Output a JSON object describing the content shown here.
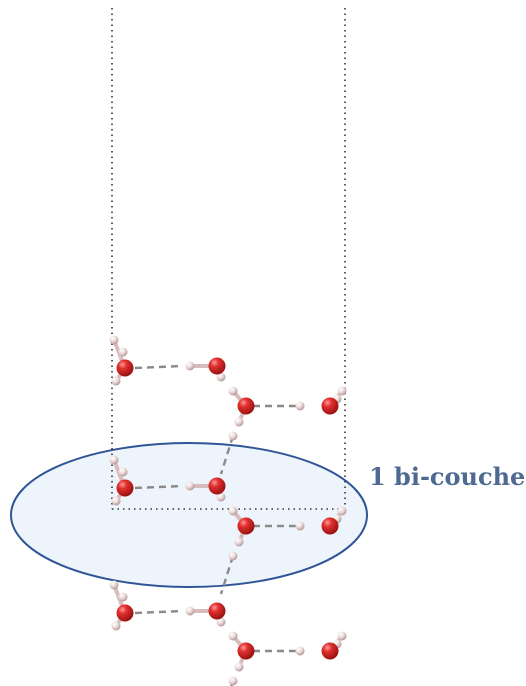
{
  "annotation": {
    "label": "1 bi-couche"
  },
  "colors": {
    "oxygen": "#d42a2a",
    "oxygen_highlight": "#ff8a8a",
    "hydrogen": "#ead6d6",
    "hydrogen_shade": "#b89a9a",
    "hbond": "#8a8a8a",
    "cell_border": "#333333",
    "ellipse_fill": "#eef4fb",
    "ellipse_stroke": "#2f5597",
    "label": "#4f6a92"
  },
  "icons": [
    "oxygen-atom",
    "hydrogen-atom",
    "covalent-bond",
    "hydrogen-bond",
    "unit-cell-boundary",
    "bilayer-ellipse"
  ]
}
